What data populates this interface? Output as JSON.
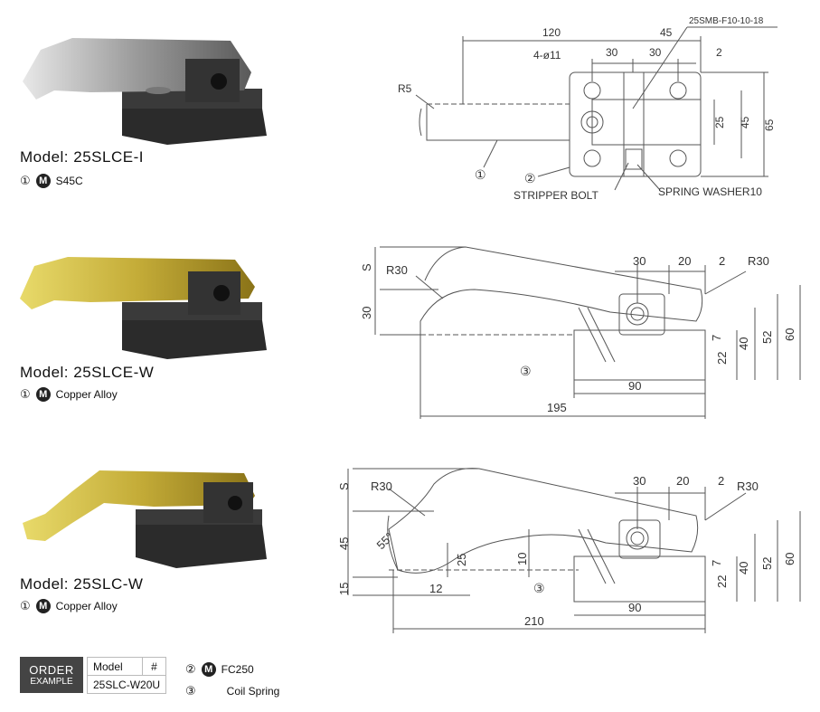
{
  "models": [
    {
      "name": "Model: 25SLCE-I",
      "num": "①",
      "badge": "M",
      "material": "S45C",
      "handle_color": "#9a9a9a"
    },
    {
      "name": "Model: 25SLCE-W",
      "num": "①",
      "badge": "M",
      "material": "Copper Alloy",
      "handle_color": "#b8a02a"
    },
    {
      "name": "Model: 25SLC-W",
      "num": "①",
      "badge": "M",
      "material": "Copper Alloy",
      "handle_color": "#b8a02a"
    }
  ],
  "drawing1": {
    "d120": "120",
    "d45": "45",
    "part_code": "25SMB-F10-10-18",
    "hole": "4-ø11",
    "d30a": "30",
    "d30b": "30",
    "d2": "2",
    "r5": "R5",
    "d25": "25",
    "d45v": "45",
    "d65": "65",
    "c1": "①",
    "c2": "②",
    "stripper": "STRIPPER BOLT",
    "washer": "SPRING WASHER10"
  },
  "drawing2": {
    "s": "S",
    "r30a": "R30",
    "d30v": "30",
    "d30": "30",
    "d20": "20",
    "d2": "2",
    "r30b": "R30",
    "c3": "③",
    "d7": "7",
    "d22": "22",
    "d40": "40",
    "d52": "52",
    "d60": "60",
    "d90": "90",
    "d195": "195"
  },
  "drawing3": {
    "s": "S",
    "r30a": "R30",
    "d30": "30",
    "d20": "20",
    "d2": "2",
    "r30b": "R30",
    "d45v": "45",
    "angle": "55°",
    "d25": "25",
    "d10": "10",
    "d15": "15",
    "d12": "12",
    "c3": "③",
    "d7": "7",
    "d22": "22",
    "d40": "40",
    "d52": "52",
    "d60": "60",
    "d90": "90",
    "d210": "210"
  },
  "order": {
    "label1": "ORDER",
    "label2": "EXAMPLE",
    "h_model": "Model",
    "h_hash": "#",
    "value": "25SLC-W20U",
    "n2": "②",
    "badge": "M",
    "mat2": "FC250",
    "n3": "③",
    "mat3": "Coil Spring"
  }
}
